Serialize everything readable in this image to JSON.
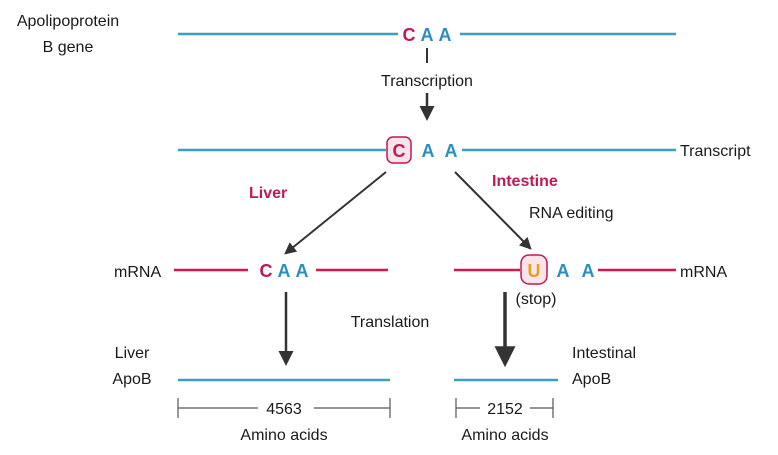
{
  "colors": {
    "dna": "#3a9fc0",
    "mrna": "#d0174f",
    "c_base": "#c0185a",
    "a_base": "#2a8fc0",
    "u_base": "#e0a020",
    "tissue": "#c0185a",
    "box_stroke": "#c0185a",
    "box_fill": "#fbe3ea",
    "arrow": "#333333"
  },
  "gene": {
    "label_line1": "Apolipoprotein",
    "label_line2": "B gene",
    "codon": [
      "C",
      "A",
      "A"
    ]
  },
  "transcription_label": "Transcription",
  "transcript": {
    "codon": [
      "C",
      "A",
      "A"
    ],
    "label": "Transcript"
  },
  "liver": {
    "tissue_label": "Liver",
    "mrna_label": "mRNA",
    "codon": [
      "C",
      "A",
      "A"
    ],
    "protein_line1": "Liver",
    "protein_line2": "ApoB",
    "length": "4563",
    "units": "Amino acids"
  },
  "intestine": {
    "tissue_label": "Intestine",
    "editing_label": "RNA editing",
    "mrna_label": "mRNA",
    "codon": [
      "U",
      "A",
      "A"
    ],
    "stop_label": "(stop)",
    "protein_line1": "Intestinal",
    "protein_line2": "ApoB",
    "length": "2152",
    "units": "Amino acids"
  },
  "translation_label": "Translation"
}
